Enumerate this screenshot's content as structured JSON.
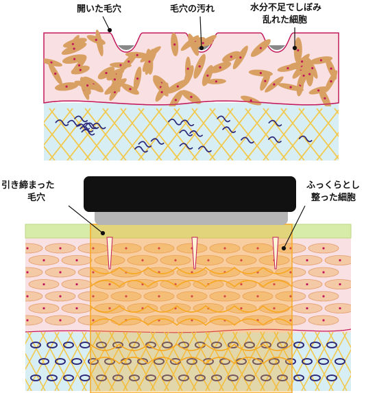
{
  "top_section": {
    "labels": {
      "open_pores": "開いた毛穴",
      "pore_dirt": "毛穴の汚れ",
      "dry_line1": "水分不足でしぼみ",
      "dry_line2": "乱れた細胞"
    }
  },
  "bottom_section": {
    "labels": {
      "tight_line1": "引き締まった",
      "tight_line2": "毛穴",
      "plump_line1": "ふっくらとし",
      "plump_line2": "整った細胞"
    }
  },
  "colors": {
    "epidermis": "#f9e0e3",
    "dermis": "#d8eef5",
    "cell": "#d9a063",
    "nucleus": "#c2185b",
    "collagen": "#f2c94c",
    "elastin": "#2e2a7a",
    "device": "#111111",
    "device_tip": "#b5b5b5",
    "treatment_zone": "#f7a823",
    "pore_dirt": "#888888"
  }
}
